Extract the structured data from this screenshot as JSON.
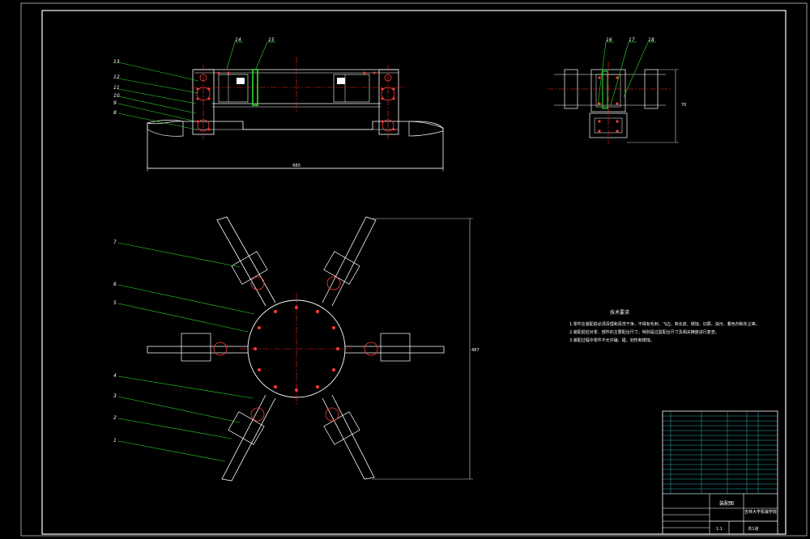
{
  "colors": {
    "background": "#000000",
    "outline": "#ffffff",
    "centerline": "#ff2020",
    "leader": "#00ff00",
    "accent": "#ff3a3a"
  },
  "front_view": {
    "callouts": [
      "13",
      "12",
      "11",
      "10",
      "9",
      "8"
    ],
    "top_callouts": [
      "14",
      "15"
    ],
    "width_dimension": "680"
  },
  "side_view": {
    "callouts": [
      "16",
      "17",
      "18"
    ],
    "height_dimension": "70"
  },
  "plan_view": {
    "callouts": [
      "7",
      "6",
      "5",
      "4",
      "3",
      "2",
      "1"
    ],
    "height_dimension": "487"
  },
  "tech_requirements": {
    "title": "技术要求",
    "lines": [
      "1.零件在装配前必须清理和清洗干净，不得有毛刺、飞边、氧化皮、锈蚀、切屑、油污、着色剂和灰尘等。",
      "2.装配前应对零、部件的主要配合尺寸，特别是过盈配合尺寸及相关精度进行复查。",
      "3.装配过程中零件不允许磕、碰、划伤和锈蚀。"
    ]
  },
  "title_block": {
    "drawing_name": "装配图",
    "school": "吉林大学机械学院",
    "scale": "1:1",
    "sheet": "共1张"
  }
}
